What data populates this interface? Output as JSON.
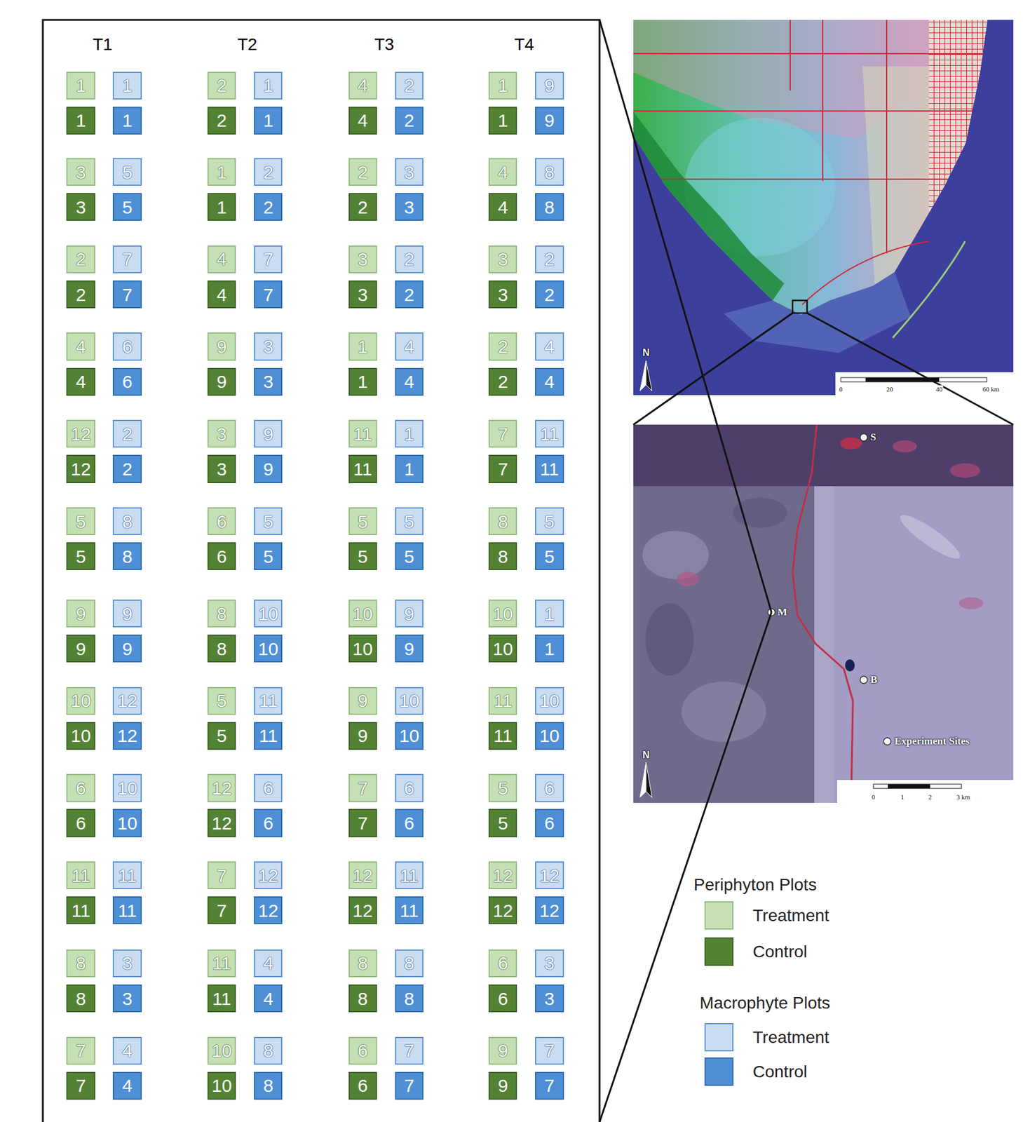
{
  "diagram": {
    "nodes": [
      {
        "text": [
          "1"
        ]
      },
      {
        "text": [
          "1"
        ]
      },
      {
        "text": [
          "1"
        ]
      },
      {
        "text": [
          "1"
        ]
      },
      {
        "text": [
          "3"
        ]
      },
      {
        "text": [
          "5"
        ]
      },
      {
        "text": [
          "3"
        ]
      },
      {
        "text": [
          "5"
        ]
      },
      {
        "text": [
          "2"
        ]
      },
      {
        "text": [
          "7"
        ]
      },
      {
        "text": [
          "2"
        ]
      },
      {
        "text": [
          "7"
        ]
      },
      {
        "text": [
          "4"
        ]
      },
      {
        "text": [
          "6"
        ]
      },
      {
        "text": [
          "4"
        ]
      },
      {
        "text": [
          "6"
        ]
      },
      {
        "text": [
          "12"
        ]
      },
      {
        "text": [
          "2"
        ]
      },
      {
        "text": [
          "12"
        ]
      },
      {
        "text": [
          "2"
        ]
      },
      {
        "text": [
          "5"
        ]
      },
      {
        "text": [
          "8"
        ]
      },
      {
        "text": [
          "5"
        ]
      },
      {
        "text": [
          "8"
        ]
      },
      {
        "text": [
          "9"
        ]
      },
      {
        "text": [
          "9"
        ]
      },
      {
        "text": [
          "9"
        ]
      },
      {
        "text": [
          "9"
        ]
      },
      {
        "text": [
          "10"
        ]
      },
      {
        "text": [
          "12"
        ]
      },
      {
        "text": [
          "10"
        ]
      },
      {
        "text": [
          "12"
        ]
      },
      {
        "text": [
          "6"
        ]
      },
      {
        "text": [
          "10"
        ]
      },
      {
        "text": [
          "6"
        ]
      },
      {
        "text": [
          "10"
        ]
      },
      {
        "text": [
          "11"
        ]
      },
      {
        "text": [
          "11"
        ]
      },
      {
        "text": [
          "11"
        ]
      },
      {
        "text": [
          "11"
        ]
      },
      {
        "text": [
          "8"
        ]
      },
      {
        "text": [
          "3"
        ]
      },
      {
        "text": [
          "8"
        ]
      },
      {
        "text": [
          "3"
        ]
      },
      {
        "text": [
          "7"
        ]
      },
      {
        "text": [
          "4"
        ]
      },
      {
        "text": [
          "7"
        ]
      },
      {
        "text": [
          "4"
        ]
      },
      {
        "text": [
          "2"
        ]
      },
      {
        "text": [
          "1"
        ]
      },
      {
        "text": [
          "2"
        ]
      },
      {
        "text": [
          "1"
        ]
      },
      {
        "text": [
          "1"
        ]
      },
      {
        "text": [
          "2"
        ]
      },
      {
        "text": [
          "1"
        ]
      },
      {
        "text": [
          "2"
        ]
      },
      {
        "text": [
          "4"
        ]
      },
      {
        "text": [
          "7"
        ]
      },
      {
        "text": [
          "4"
        ]
      },
      {
        "text": [
          "7"
        ]
      },
      {
        "text": [
          "9"
        ]
      },
      {
        "text": [
          "3"
        ]
      },
      {
        "text": [
          "9"
        ]
      },
      {
        "text": [
          "3"
        ]
      },
      {
        "text": [
          "3"
        ]
      },
      {
        "text": [
          "9"
        ]
      },
      {
        "text": [
          "3"
        ]
      },
      {
        "text": [
          "9"
        ]
      },
      {
        "text": [
          "6"
        ]
      },
      {
        "text": [
          "5"
        ]
      },
      {
        "text": [
          "6"
        ]
      },
      {
        "text": [
          "5"
        ]
      },
      {
        "text": [
          "8"
        ]
      },
      {
        "text": [
          "10"
        ]
      },
      {
        "text": [
          "8"
        ]
      },
      {
        "text": [
          "10"
        ]
      },
      {
        "text": [
          "5"
        ]
      },
      {
        "text": [
          "11"
        ]
      },
      {
        "text": [
          "5"
        ]
      },
      {
        "text": [
          "11"
        ]
      },
      {
        "text": [
          "12"
        ]
      },
      {
        "text": [
          "6"
        ]
      },
      {
        "text": [
          "12"
        ]
      },
      {
        "text": [
          "6"
        ]
      },
      {
        "text": [
          "7"
        ]
      },
      {
        "text": [
          "12"
        ]
      },
      {
        "text": [
          "7"
        ]
      },
      {
        "text": [
          "12"
        ]
      },
      {
        "text": [
          "11"
        ]
      },
      {
        "text": [
          "4"
        ]
      },
      {
        "text": [
          "11"
        ]
      },
      {
        "text": [
          "4"
        ]
      },
      {
        "text": [
          "10"
        ]
      },
      {
        "text": [
          "8"
        ]
      },
      {
        "text": [
          "10"
        ]
      },
      {
        "text": [
          "8"
        ]
      },
      {
        "text": [
          "4"
        ]
      },
      {
        "text": [
          "2"
        ]
      },
      {
        "text": [
          "4"
        ]
      },
      {
        "text": [
          "2"
        ]
      },
      {
        "text": [
          "2"
        ]
      },
      {
        "text": [
          "3"
        ]
      },
      {
        "text": [
          "2"
        ]
      },
      {
        "text": [
          "3"
        ]
      },
      {
        "text": [
          "3"
        ]
      },
      {
        "text": [
          "2"
        ]
      },
      {
        "text": [
          "3"
        ]
      },
      {
        "text": [
          "2"
        ]
      },
      {
        "text": [
          "1"
        ]
      },
      {
        "text": [
          "4"
        ]
      },
      {
        "text": [
          "1"
        ]
      },
      {
        "text": [
          "4"
        ]
      },
      {
        "text": [
          "11"
        ]
      },
      {
        "text": [
          "1"
        ]
      },
      {
        "text": [
          "11"
        ]
      },
      {
        "text": [
          "1"
        ]
      },
      {
        "text": [
          "5"
        ]
      },
      {
        "text": [
          "5"
        ]
      },
      {
        "text": [
          "5"
        ]
      },
      {
        "text": [
          "5"
        ]
      },
      {
        "text": [
          "10"
        ]
      },
      {
        "text": [
          "9"
        ]
      },
      {
        "text": [
          "10"
        ]
      },
      {
        "text": [
          "9"
        ]
      },
      {
        "text": [
          "9"
        ]
      },
      {
        "text": [
          "10"
        ]
      },
      {
        "text": [
          "9"
        ]
      },
      {
        "text": [
          "10"
        ]
      },
      {
        "text": [
          "7"
        ]
      },
      {
        "text": [
          "6"
        ]
      },
      {
        "text": [
          "7"
        ]
      },
      {
        "text": [
          "6"
        ]
      },
      {
        "text": [
          "12"
        ]
      },
      {
        "text": [
          "11"
        ]
      },
      {
        "text": [
          "12"
        ]
      },
      {
        "text": [
          "11"
        ]
      },
      {
        "text": [
          "8"
        ]
      },
      {
        "text": [
          "8"
        ]
      },
      {
        "text": [
          "8"
        ]
      },
      {
        "text": [
          "8"
        ]
      },
      {
        "text": [
          "6"
        ]
      },
      {
        "text": [
          "7"
        ]
      },
      {
        "text": [
          "6"
        ]
      },
      {
        "text": [
          "7"
        ]
      },
      {
        "text": [
          "1"
        ]
      },
      {
        "text": [
          "9"
        ]
      },
      {
        "text": [
          "1"
        ]
      },
      {
        "text": [
          "9"
        ]
      },
      {
        "text": [
          "4"
        ]
      },
      {
        "text": [
          "8"
        ]
      },
      {
        "text": [
          "4"
        ]
      },
      {
        "text": [
          "8"
        ]
      },
      {
        "text": [
          "3"
        ]
      },
      {
        "text": [
          "2"
        ]
      },
      {
        "text": [
          "3"
        ]
      },
      {
        "text": [
          "2"
        ]
      },
      {
        "text": [
          "2"
        ]
      },
      {
        "text": [
          "4"
        ]
      },
      {
        "text": [
          "2"
        ]
      },
      {
        "text": [
          "4"
        ]
      },
      {
        "text": [
          "7"
        ]
      },
      {
        "text": [
          "11"
        ]
      },
      {
        "text": [
          "7"
        ]
      },
      {
        "text": [
          "11"
        ]
      },
      {
        "text": [
          "8"
        ]
      },
      {
        "text": [
          "5"
        ]
      },
      {
        "text": [
          "8"
        ]
      },
      {
        "text": [
          "5"
        ]
      },
      {
        "text": [
          "10"
        ]
      },
      {
        "text": [
          "1"
        ]
      },
      {
        "text": [
          "10"
        ]
      },
      {
        "text": [
          "1"
        ]
      },
      {
        "text": [
          "11"
        ]
      },
      {
        "text": [
          "10"
        ]
      },
      {
        "text": [
          "11"
        ]
      },
      {
        "text": [
          "10"
        ]
      },
      {
        "text": [
          "5"
        ]
      },
      {
        "text": [
          "6"
        ]
      },
      {
        "text": [
          "5"
        ]
      },
      {
        "text": [
          "6"
        ]
      },
      {
        "text": [
          "12"
        ]
      },
      {
        "text": [
          "12"
        ]
      },
      {
        "text": [
          "12"
        ]
      },
      {
        "text": [
          "12"
        ]
      },
      {
        "text": [
          "6"
        ]
      },
      {
        "text": [
          "3"
        ]
      },
      {
        "text": [
          "6"
        ]
      },
      {
        "text": [
          "3"
        ]
      },
      {
        "text": [
          "9"
        ]
      },
      {
        "text": [
          "7"
        ]
      },
      {
        "text": [
          "9"
        ]
      },
      {
        "text": [
          "7"
        ]
      }
    ],
    "labels": [
      "T1",
      "T2",
      "T3",
      "T4",
      "N",
      "0",
      "20",
      "40",
      "60 km",
      "S",
      "M",
      "B",
      "Experiment Sites",
      "N",
      "0",
      "1",
      "2",
      "3 km",
      "Periphyton Plots",
      "Macrophyte Plots"
    ],
    "legend": [
      {
        "text": "Treatment",
        "color": "#c5e0b4"
      },
      {
        "text": "Control",
        "color": "#548235"
      },
      {
        "text": "Treatment",
        "color": "#c9dcf2"
      },
      {
        "text": "Control",
        "color": "#4f8fd6"
      }
    ]
  }
}
